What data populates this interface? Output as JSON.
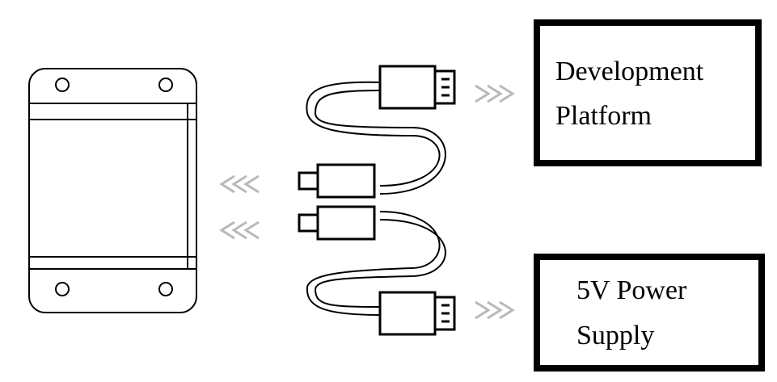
{
  "labels": {
    "development_platform": [
      "Development",
      "Platform"
    ],
    "power_supply": [
      "5V Power",
      "Supply"
    ]
  },
  "arrows": {
    "glyph_right": "›››",
    "glyph_left": "‹‹‹",
    "color": "#b9b9b9"
  },
  "colors": {
    "line": "#000000",
    "background": "#ffffff"
  }
}
